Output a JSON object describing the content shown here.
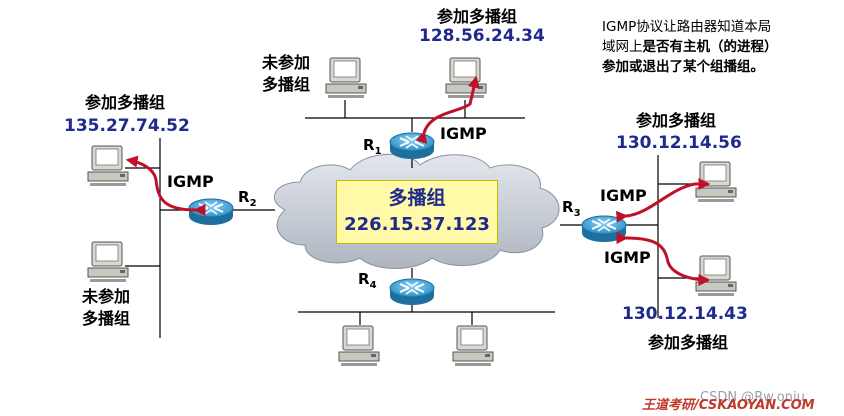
{
  "labels": {
    "top_group": "参加多播组",
    "top_ip": "128.56.24.34",
    "top_left_line1": "未参加",
    "top_left_line2": "多播组",
    "left_group": "参加多播组",
    "left_ip": "135.27.74.52",
    "left_bottom_line1": "未参加",
    "left_bottom_line2": "多播组",
    "right_top_group": "参加多播组",
    "right_top_ip": "130.12.14.56",
    "right_bottom_ip": "130.12.14.43",
    "right_bottom_group": "参加多播组"
  },
  "igmp": {
    "r1": "IGMP",
    "r2": "IGMP",
    "r3_top": "IGMP",
    "r3_bottom": "IGMP"
  },
  "routers": {
    "r1": {
      "letter": "R",
      "index": "1"
    },
    "r2": {
      "letter": "R",
      "index": "2"
    },
    "r3": {
      "letter": "R",
      "index": "3"
    },
    "r4": {
      "letter": "R",
      "index": "4"
    }
  },
  "multicast_group": {
    "title": "多播组",
    "address": "226.15.37.123"
  },
  "note": {
    "line1": "IGMP协议让路由器知道本局",
    "line2_plain": "域网上",
    "line2_bold": "是否有主机（的进程）",
    "line3": "参加或退出了某个组播组。"
  },
  "watermark": "王道考研/CSKAOYAN.COM",
  "csdn_mark": "CSDN @Rw.oniu",
  "colors": {
    "arrow": "#c0102a",
    "ip_text": "#1f2a8c",
    "router_blue": "#3ba3db",
    "cloud": "#c9cfd8",
    "group_box": "#fff9a8"
  }
}
